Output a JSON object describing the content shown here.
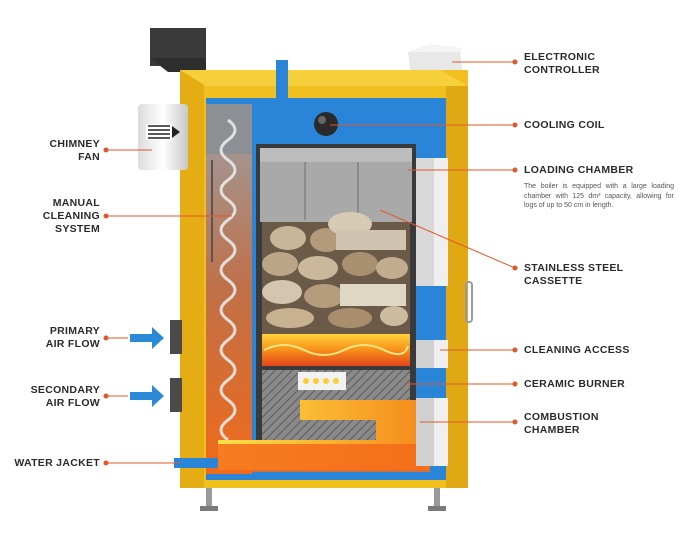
{
  "title": "Boiler cross-section diagram",
  "colors": {
    "casing": "#f2c01e",
    "casing_dark": "#d9a514",
    "water_jacket": "#2a84d8",
    "steel_gray": "#a9a9a9",
    "leader_line": "#e0572a",
    "arrow_blue": "#2a8ad8",
    "fire_orange": "#f57c12",
    "label_text": "#2b2b2b"
  },
  "labels_left": [
    {
      "id": "chimney-fan",
      "lines": [
        "CHIMNEY",
        "FAN"
      ]
    },
    {
      "id": "manual-cleaning-system",
      "lines": [
        "MANUAL",
        "CLEANING",
        "SYSTEM"
      ]
    },
    {
      "id": "primary-air-flow",
      "lines": [
        "PRIMARY",
        "AIR FLOW"
      ]
    },
    {
      "id": "secondary-air-flow",
      "lines": [
        "SECONDARY",
        "AIR FLOW"
      ]
    },
    {
      "id": "water-jacket",
      "lines": [
        "WATER JACKET"
      ]
    }
  ],
  "labels_right": [
    {
      "id": "electronic-controller",
      "lines": [
        "ELECTRONIC",
        "CONTROLLER"
      ]
    },
    {
      "id": "cooling-coil",
      "lines": [
        "COOLING COIL"
      ]
    },
    {
      "id": "loading-chamber",
      "lines": [
        "LOADING CHAMBER"
      ]
    },
    {
      "id": "stainless-steel-cassette",
      "lines": [
        "STAINLESS STEEL",
        "CASSETTE"
      ]
    },
    {
      "id": "cleaning-access",
      "lines": [
        "CLEANING ACCESS"
      ]
    },
    {
      "id": "ceramic-burner",
      "lines": [
        "CERAMIC BURNER"
      ]
    },
    {
      "id": "combustion-chamber",
      "lines": [
        "COMBUSTION",
        "CHAMBER"
      ]
    }
  ],
  "loading_chamber_description": "The boiler is equipped with a large loading chamber with 125 dm³ capacity, allowing for logs of up to 50 cm in length."
}
